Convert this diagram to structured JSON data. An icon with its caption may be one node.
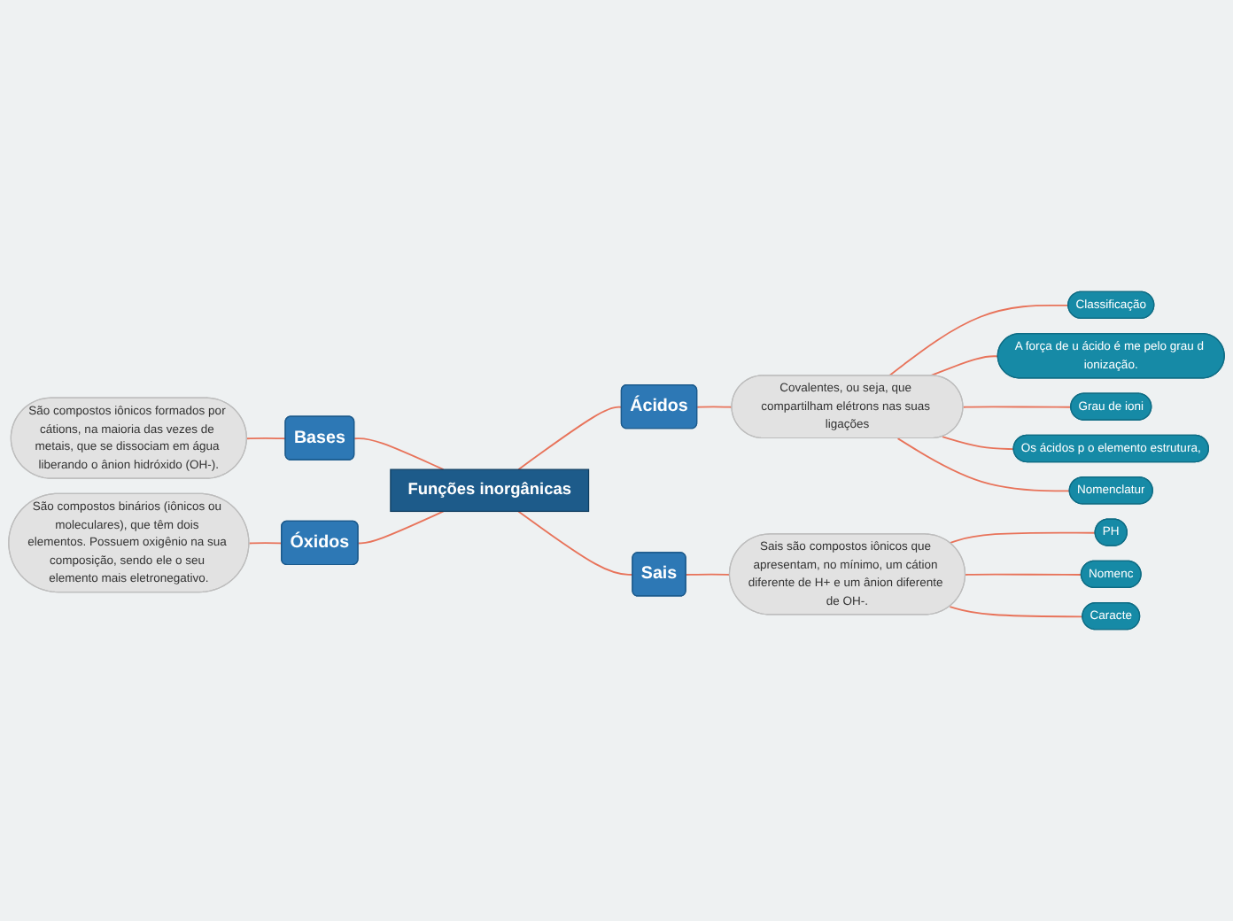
{
  "diagram": {
    "nodes": [
      {
        "text": [
          "Funções inorgânicas"
        ]
      },
      {
        "text": [
          "Ácidos"
        ]
      },
      {
        "text": [
          "Covalentes, ou seja, que compartilham elétrons nas suas ligações"
        ]
      },
      {
        "text": [
          "Classificação"
        ]
      },
      {
        "text": [
          "A força de u ácido é me pelo grau d ionização."
        ]
      },
      {
        "text": [
          "Grau de ioni"
        ]
      },
      {
        "text": [
          "Os ácidos p o elemento estrutura,"
        ]
      },
      {
        "text": [
          "Nomenclatur"
        ]
      },
      {
        "text": [
          "Bases"
        ]
      },
      {
        "text": [
          "São compostos iônicos formados por cátions, na maioria das vezes de metais, que se dissociam em água liberando o ânion hidróxido (OH-)."
        ]
      },
      {
        "text": [
          "Óxidos"
        ]
      },
      {
        "text": [
          "São compostos binários (iônicos ou moleculares), que têm dois elementos. Possuem oxigênio na sua composição, sendo ele o seu elemento mais eletronegativo."
        ]
      },
      {
        "text": [
          "Sais"
        ]
      },
      {
        "text": [
          "Sais são compostos iônicos que apresentam, no mínimo, um cátion diferente de H+ e um ânion diferente de OH-."
        ]
      },
      {
        "text": [
          "PH"
        ]
      },
      {
        "text": [
          "Nomenc"
        ]
      },
      {
        "text": [
          "Caracte"
        ]
      }
    ],
    "edges": [
      {
        "from": 9,
        "to": 8,
        "arrow": "none"
      },
      {
        "from": 8,
        "to": 0,
        "arrow": "none"
      },
      {
        "from": 11,
        "to": 10,
        "arrow": "none"
      },
      {
        "from": 10,
        "to": 0,
        "arrow": "none"
      },
      {
        "from": 0,
        "to": 1,
        "arrow": "none"
      },
      {
        "from": 1,
        "to": 2,
        "arrow": "none"
      },
      {
        "from": 2,
        "to": 3,
        "arrow": "none"
      },
      {
        "from": 2,
        "to": 4,
        "arrow": "none"
      },
      {
        "from": 2,
        "to": 5,
        "arrow": "none"
      },
      {
        "from": 2,
        "to": 6,
        "arrow": "none"
      },
      {
        "from": 2,
        "to": 7,
        "arrow": "none"
      },
      {
        "from": 0,
        "to": 12,
        "arrow": "none"
      },
      {
        "from": 12,
        "to": 13,
        "arrow": "none"
      },
      {
        "from": 13,
        "to": 14,
        "arrow": "none"
      },
      {
        "from": 13,
        "to": 15,
        "arrow": "none"
      },
      {
        "from": 13,
        "to": 16,
        "arrow": "none"
      }
    ]
  }
}
